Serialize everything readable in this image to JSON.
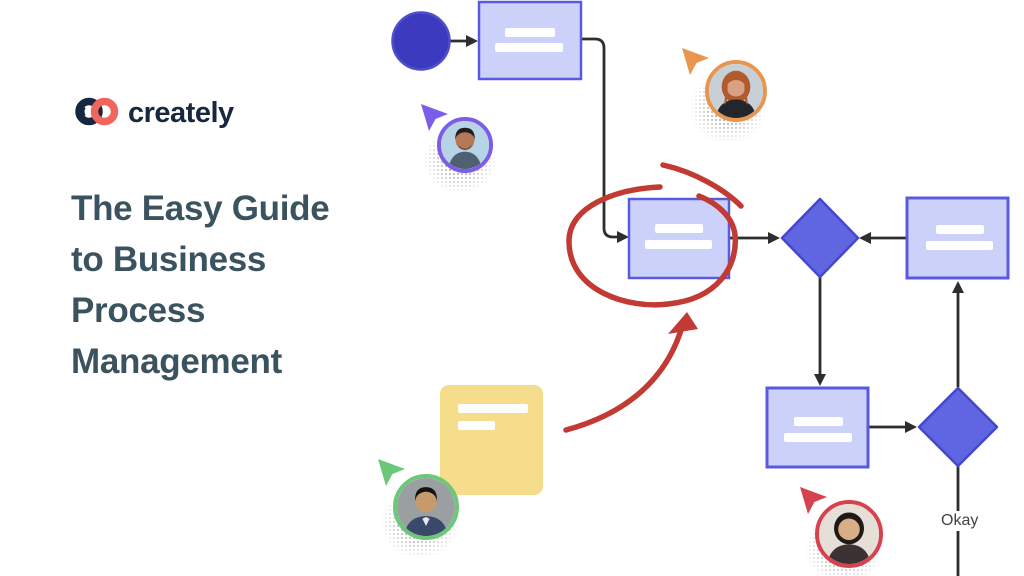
{
  "theme": {
    "heading": "#3a535f",
    "logo-navy": "#16273e",
    "coral": "#f0655c",
    "shape-fill": "#cbd1f8",
    "shape-border": "#5a5ae0",
    "diamond-fill": "#6065e2",
    "diamond-border": "#4547cf",
    "circle-fill": "#3c3abf",
    "circle-border": "#504ec8",
    "sticky-fill": "#f6dd8c",
    "connector": "#2e2e2e",
    "marker-red": "#c23a34",
    "label-gray": "#434343",
    "cursor-purple": "#7c5ce8",
    "cursor-orange": "#e8964f",
    "cursor-green": "#6dc779",
    "cursor-red": "#d6434f"
  },
  "brand": {
    "logo_text": "creately"
  },
  "hero": {
    "title_lines": [
      "The Easy Guide",
      "to Business",
      "Process",
      "Management"
    ]
  },
  "flowchart": {
    "okay_label": "Okay",
    "nodes": [
      "start-circle",
      "process-box-top",
      "process-box-center",
      "decision-diamond-top",
      "process-box-right",
      "process-box-bottom",
      "decision-diamond-bottom",
      "sticky-note"
    ],
    "annotations": [
      "hand-drawn-red-circle-around-center-box",
      "hand-drawn-red-arrow-to-center-box"
    ]
  },
  "collaborators": [
    {
      "id": "purple",
      "cursor_color": "#7c5ce8",
      "avatar": "man-with-beard-blue-background"
    },
    {
      "id": "orange",
      "cursor_color": "#e8964f",
      "avatar": "woman-red-hair"
    },
    {
      "id": "green",
      "cursor_color": "#6dc779",
      "avatar": "man-in-suit"
    },
    {
      "id": "red",
      "cursor_color": "#d6434f",
      "avatar": "woman-dark-hair"
    }
  ]
}
